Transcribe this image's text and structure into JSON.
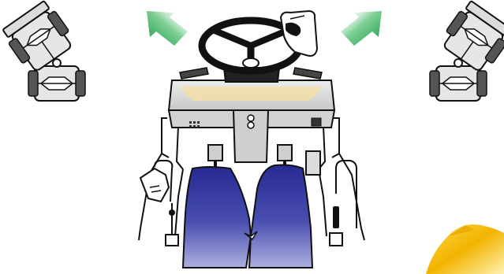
{
  "diagram": {
    "panels": [
      {
        "id": "left-steer",
        "icon": "articulated-loader-turn-left-icon"
      },
      {
        "id": "right-steer",
        "icon": "articulated-loader-turn-right-icon"
      }
    ],
    "arrows": [
      {
        "direction": "left",
        "icon": "arrow-up-left-icon"
      },
      {
        "direction": "right",
        "icon": "arrow-up-right-icon"
      }
    ],
    "cab_parts": [
      "steering-wheel-icon",
      "hand-on-wheel-icon",
      "dashboard-panel",
      "brake-pedal-icon",
      "accelerator-pedal-icon",
      "left-lever-icon",
      "right-lever-icon",
      "operator-legs",
      "loader-bucket-icon"
    ],
    "colors": {
      "arrow_green": "#2e9e55",
      "legs_blue": "#2a2f9a",
      "bucket_yellow": "#f0b800",
      "dash_highlight": "#f6e0a0",
      "outline": "#111111",
      "machine_gray": "#bdbdbd"
    }
  }
}
